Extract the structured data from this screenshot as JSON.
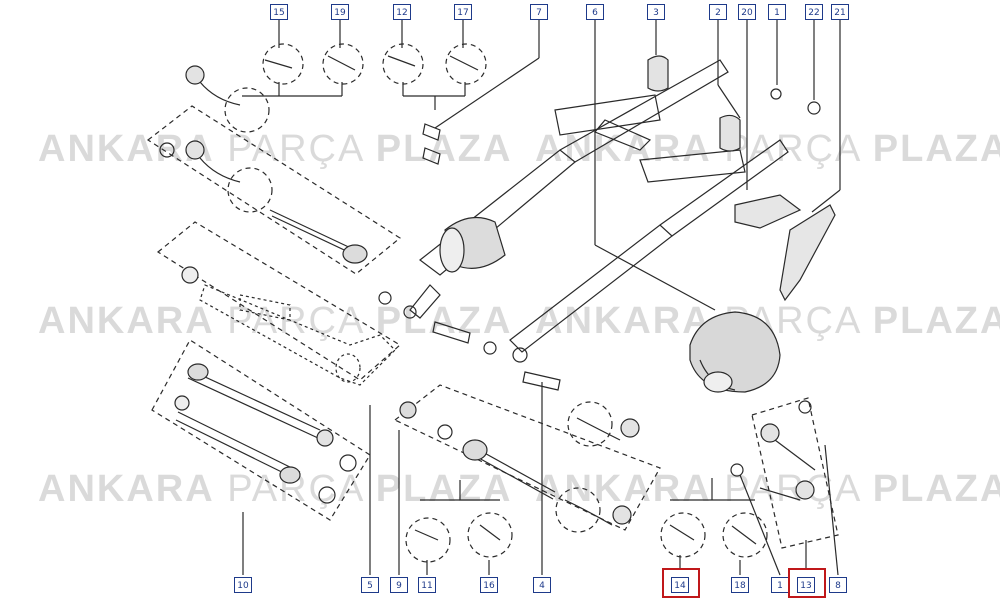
{
  "watermark": {
    "bold1": "ANKARA",
    "light": "PARÇA",
    "bold2": "PLAZA"
  },
  "colors": {
    "line": "#2a2a2a",
    "callout": "#1e3a8a",
    "highlight": "#c0181a",
    "watermark": "#bdbdbd"
  },
  "callouts": {
    "c15": "15",
    "c19": "19",
    "c12": "12",
    "c17": "17",
    "c7": "7",
    "c6": "6",
    "c3": "3",
    "c2": "2",
    "c20": "20",
    "c1t": "1",
    "c22": "22",
    "c21": "21",
    "c10": "10",
    "c5": "5",
    "c9": "9",
    "c11": "11",
    "c16": "16",
    "c4": "4",
    "c14": "14",
    "c18": "18",
    "c1b": "1",
    "c13": "13",
    "c8": "8"
  },
  "highlighted": [
    "14",
    "13"
  ]
}
